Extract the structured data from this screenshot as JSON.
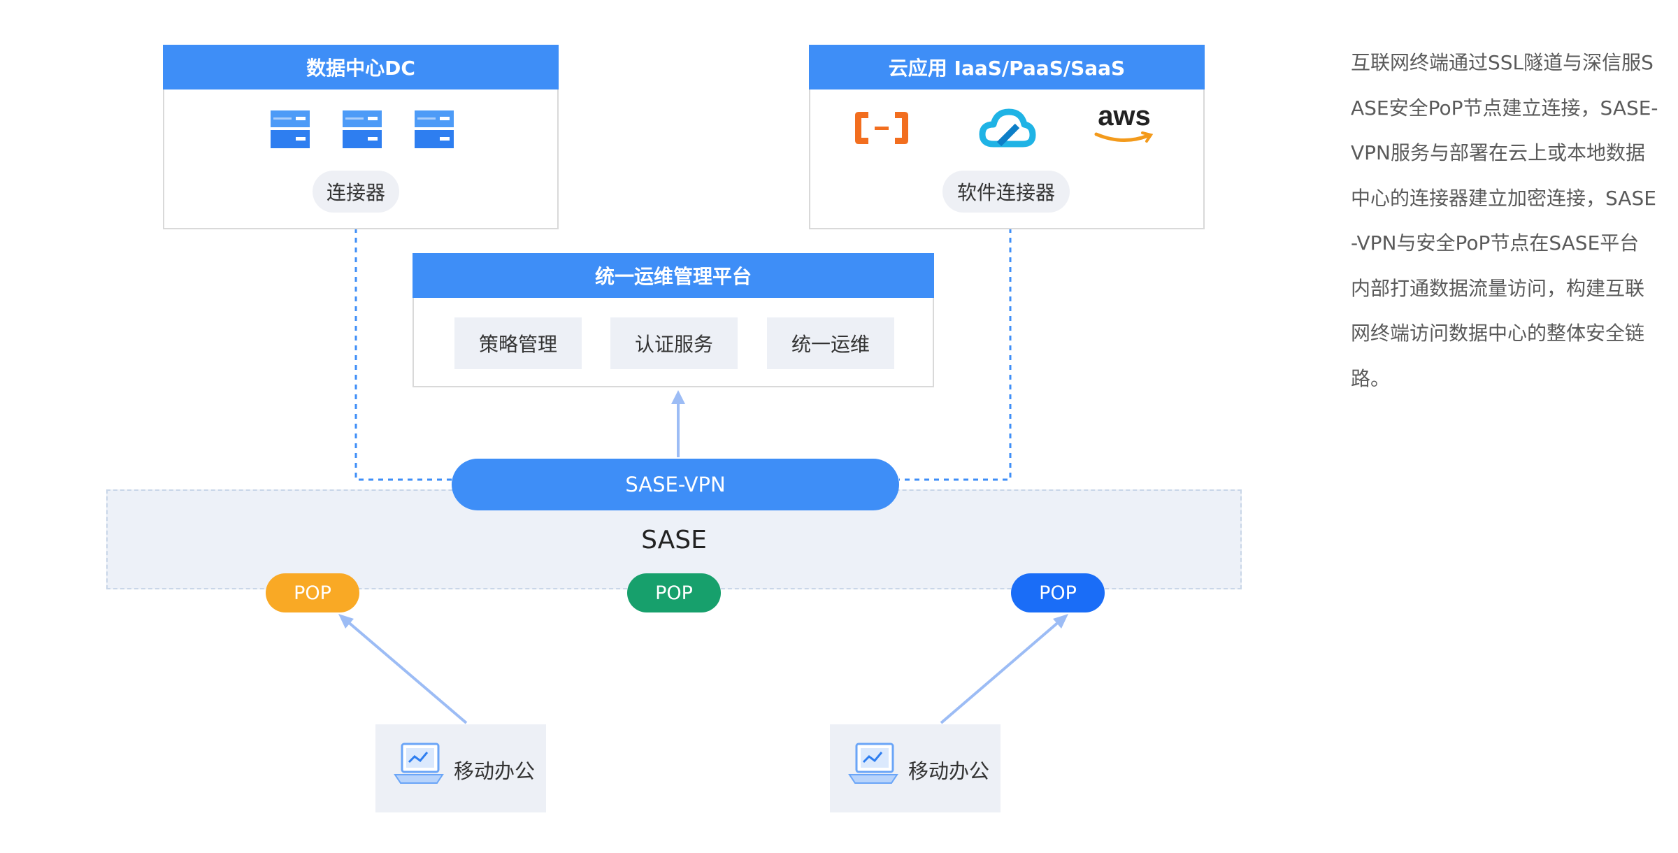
{
  "datacenter": {
    "title": "数据中心DC",
    "connector_label": "连接器"
  },
  "cloud": {
    "title": "云应用 IaaS/PaaS/SaaS",
    "connector_label": "软件连接器",
    "aws_text": "aws"
  },
  "platform": {
    "title": "统一运维管理平台",
    "items": [
      "策略管理",
      "认证服务",
      "统一运维"
    ]
  },
  "sase": {
    "label": "SASE",
    "vpn_label": "SASE-VPN"
  },
  "pops": [
    {
      "label": "POP",
      "color": "#f9a925"
    },
    {
      "label": "POP",
      "color": "#17a06c"
    },
    {
      "label": "POP",
      "color": "#1a6df7"
    }
  ],
  "mobile": [
    {
      "label": "移动办公"
    },
    {
      "label": "移动办公"
    }
  ],
  "description": "互联网终端通过SSL隧道与深信服SASE安全PoP节点建立连接，SASE-VPN服务与部署在云上或本地数据中心的连接器建立加密连接，SASE-VPN与安全PoP节点在SASE平台内部打通数据流量访问，构建互联网终端访问数据中心的整体安全链路。",
  "colors": {
    "primary_blue": "#3e8ef7",
    "connector_line": "#3e8ef7",
    "arrow": "#9cbcf5"
  },
  "icons": [
    "server-icon",
    "alibaba-cloud-icon",
    "tencent-cloud-icon",
    "aws-logo",
    "laptop-icon"
  ]
}
